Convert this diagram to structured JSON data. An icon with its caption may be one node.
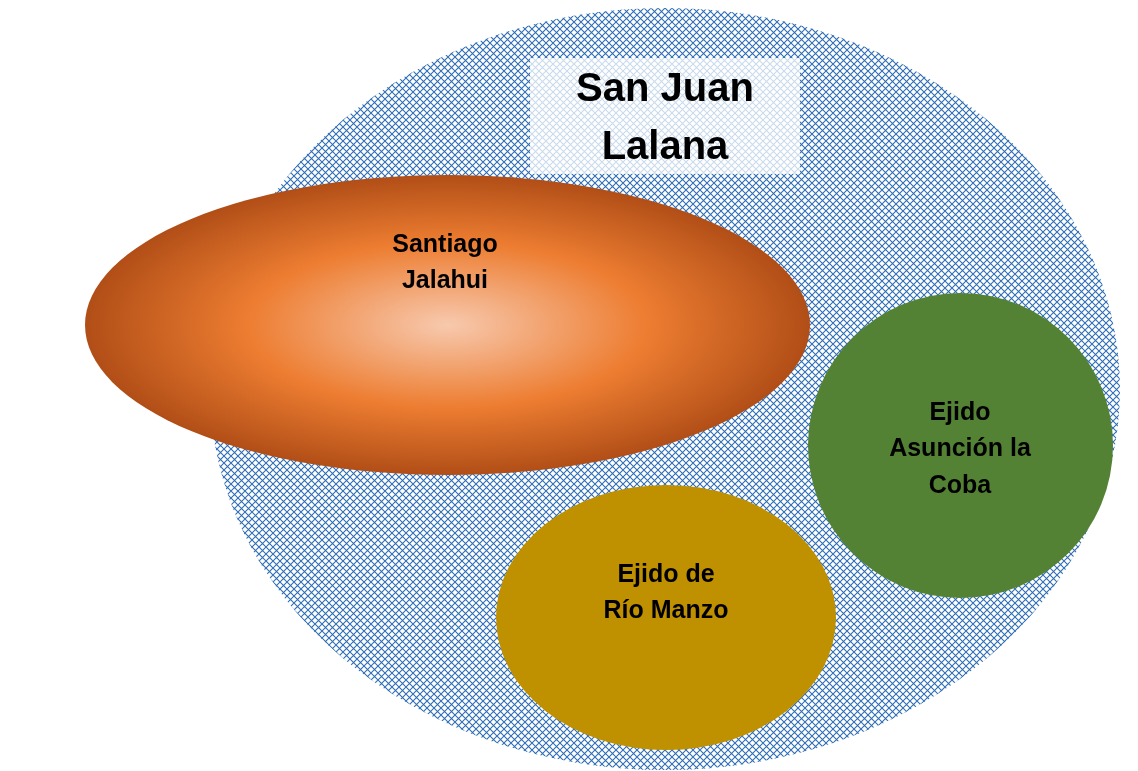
{
  "diagram": {
    "nodes": [
      {
        "text": [
          "San Juan Lalana"
        ]
      },
      {
        "text": [
          "Santiago Jalahui"
        ]
      },
      {
        "text": [
          "Ejido Asunción la Coba"
        ],
        "in": 0
      },
      {
        "text": [
          "Ejido de Río Manzo"
        ],
        "in": 0
      }
    ]
  }
}
